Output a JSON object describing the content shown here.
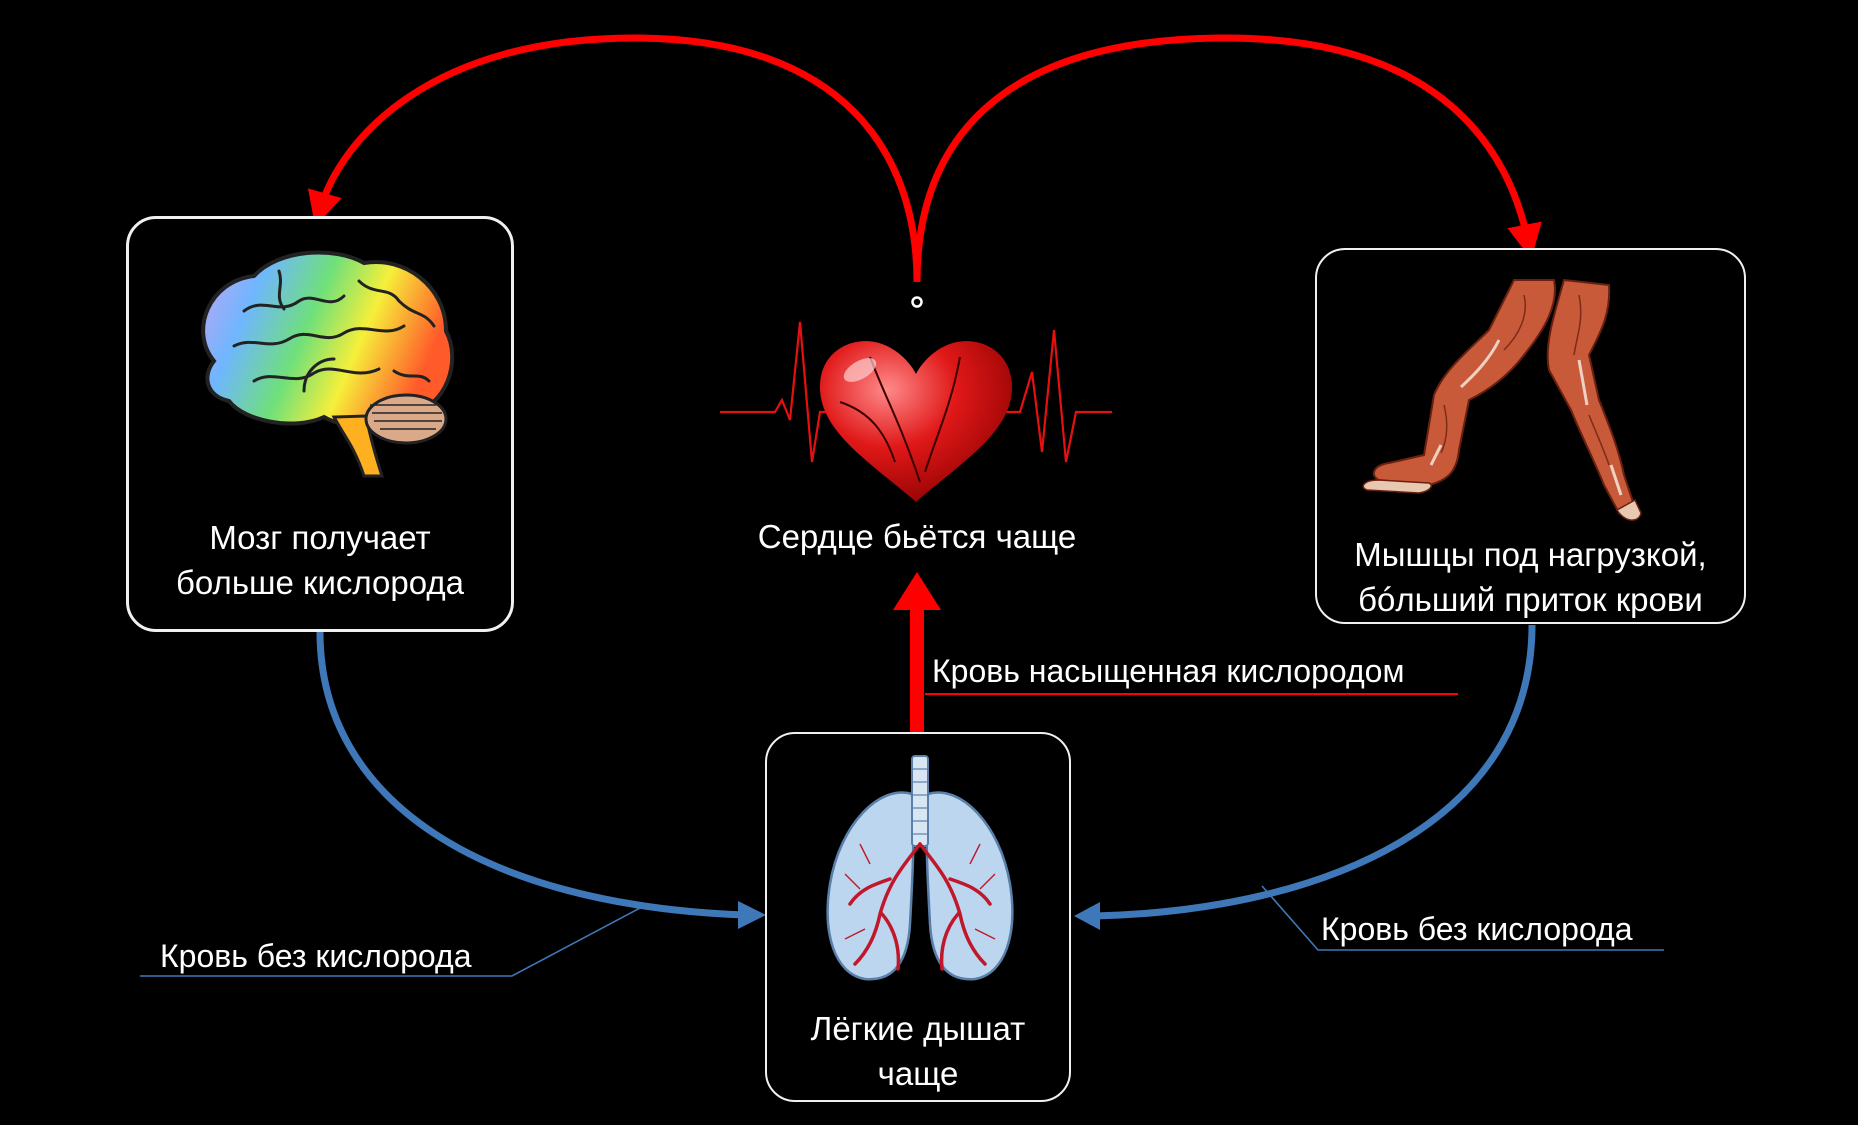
{
  "nodes": {
    "brain": {
      "label": "Мозг получает\nбольше кислорода",
      "icon": "brain-icon"
    },
    "heart": {
      "label": "Сердце бьётся чаще",
      "icon": "heart-ecg-icon"
    },
    "muscles": {
      "label": "Мышцы под нагрузкой,\nбóльший приток крови",
      "icon": "leg-muscles-icon"
    },
    "lungs": {
      "label": "Лёгкие дышат\nчаще",
      "icon": "lungs-icon"
    }
  },
  "edges": {
    "oxygenated": {
      "label": "Кровь насыщенная кислородом",
      "color": "#ff0000"
    },
    "deoxygenated_left": {
      "label": "Кровь без кислорода",
      "color": "#3f78b8"
    },
    "deoxygenated_right": {
      "label": "Кровь без кислорода",
      "color": "#3f78b8"
    }
  },
  "colors": {
    "background": "#000000",
    "arterial": "#ff0000",
    "venous": "#3f78b8",
    "box_border": "#f0f0f0"
  }
}
